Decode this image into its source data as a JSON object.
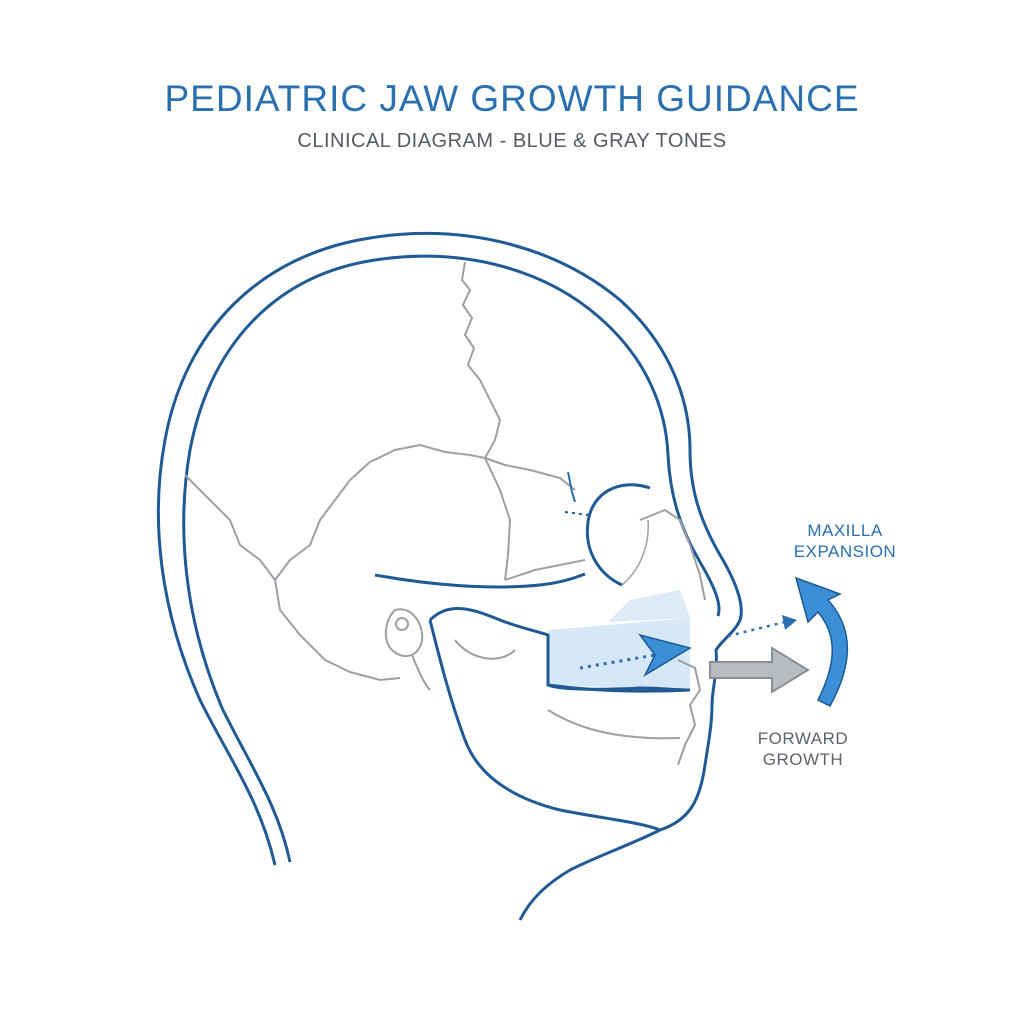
{
  "header": {
    "title": "PEDIATRIC JAW GROWTH GUIDANCE",
    "subtitle": "CLINICAL DIAGRAM - BLUE & GRAY TONES"
  },
  "labels": {
    "maxilla_line1": "MAXILLA",
    "maxilla_line2": "EXPANSION",
    "forward_line1": "FORWARD",
    "forward_line2": "GROWTH"
  },
  "colors": {
    "outline_blue": "#1f5a94",
    "accent_blue": "#3a8fd6",
    "bone_gray": "#9aa0a6",
    "text_gray": "#555b63",
    "highlight_fill": "#cfe3f5"
  }
}
